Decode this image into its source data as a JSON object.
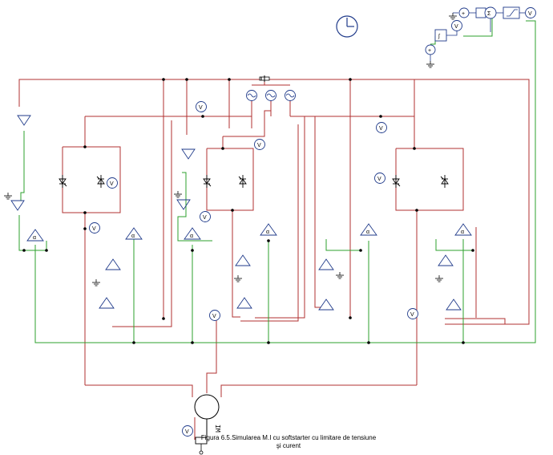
{
  "caption": {
    "line1": "Figura 6.5.Simularea M.I cu softstarter cu limitare de tensiune",
    "line2": "şi curent"
  },
  "motor": {
    "label": "IM"
  },
  "symbols": {
    "voltmeter": "V",
    "alpha": "α",
    "sum": "Σ",
    "integrator": "∫",
    "plus": "+",
    "minus": "-"
  },
  "colors": {
    "power_wire": "#b03030",
    "control_wire": "#2ca02c",
    "symbol": "#1f3a8a",
    "thyristor": "#000000"
  }
}
